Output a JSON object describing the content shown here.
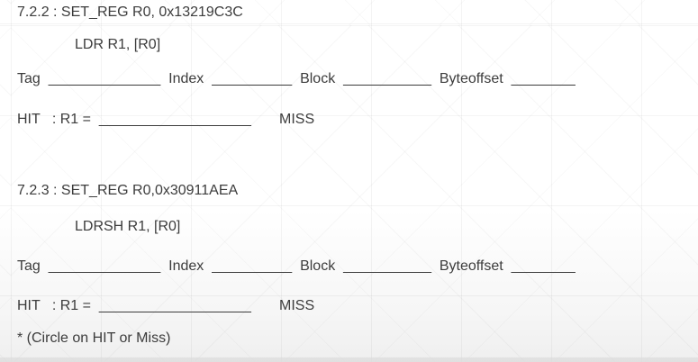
{
  "exercises": [
    {
      "heading": "7.2.2 : SET_REG R0, 0x13219C3C",
      "instruction": "LDR R1, [R0]",
      "fields_line": "Tag  ______________  Index  __________  Block  ___________  Byteoffset  ________",
      "result_line": "HIT   : R1 =  ___________________       MISS"
    },
    {
      "heading": "7.2.3 : SET_REG R0,0x30911AEA",
      "instruction": "LDRSH R1, [R0]",
      "fields_line": "Tag  ______________  Index  __________  Block  ___________  Byteoffset  ________",
      "result_line": "HIT   : R1 =  ___________________       MISS"
    }
  ],
  "footnote": "* (Circle on HIT or Miss)",
  "colors": {
    "text": "#3c3c3c",
    "grid_line": "#f1f1f1",
    "bottom_tint": "#ececec"
  }
}
